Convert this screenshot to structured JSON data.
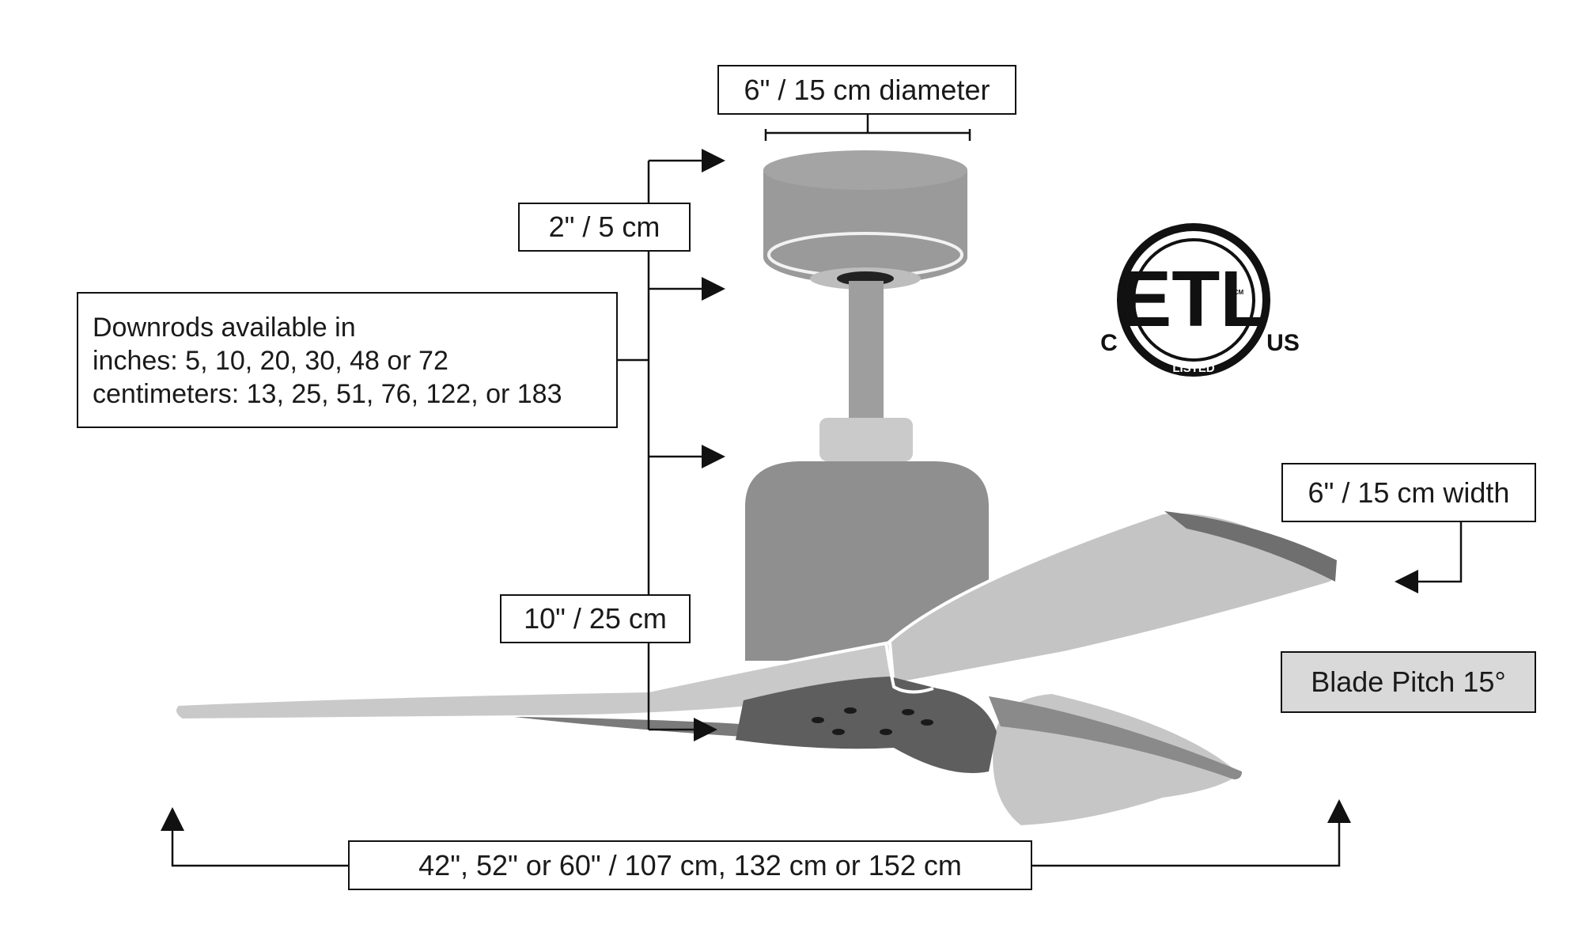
{
  "labels": {
    "canopy_diameter": "6\" / 15 cm diameter",
    "canopy_height": "2\" / 5 cm",
    "downrods": {
      "title": "Downrods available in",
      "inches": "inches: 5, 10, 20, 30, 48 or 72",
      "centimeters": "centimeters: 13, 25, 51, 76, 122, or 183"
    },
    "motor_height": "10\" / 25 cm",
    "blade_width": "6\" / 15 cm width",
    "blade_pitch": "Blade Pitch 15°",
    "span": "42\", 52\" or 60\" / 107 cm, 132  cm or 152 cm"
  },
  "certification": {
    "mark": "ETL",
    "left": "C",
    "right": "US",
    "listed": "LISTED",
    "cm": "CM"
  },
  "colors": {
    "line": "#111111",
    "canopy": "#9a9a9a",
    "motor": "#8f8f8f",
    "collar": "#c8c8c8",
    "blade_light": "#c9c9c9",
    "blade_dark": "#6f6f6f",
    "pitch_box": "#d9d9d9"
  }
}
